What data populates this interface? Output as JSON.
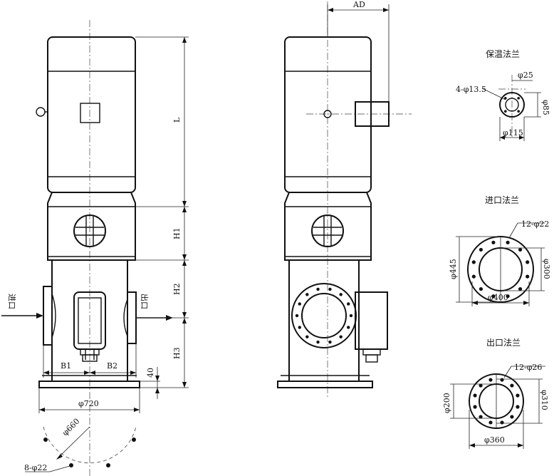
{
  "front_view": {
    "inlet_label": "进口",
    "outlet_label": "出口",
    "dim_L": "L",
    "dim_H1": "H1",
    "dim_H2": "H2",
    "dim_H3": "H3",
    "dim_B1": "B1",
    "dim_B2": "B2",
    "dim_base_height": "40",
    "dim_base_width": "φ720",
    "dim_bolt_circle": "φ660",
    "dim_bolt_holes": "8-φ22"
  },
  "side_view": {
    "dim_AD": "AD"
  },
  "insulation_flange": {
    "title": "保温法兰",
    "holes": "4-φ13.5",
    "inner": "φ25",
    "bolt_circle": "φ85",
    "outer": "φ115"
  },
  "inlet_flange": {
    "title": "进口法兰",
    "holes": "12-φ22",
    "outer": "φ445",
    "inner": "φ300",
    "bolt_circle": "φ400"
  },
  "outlet_flange": {
    "title": "出口法兰",
    "holes": "12-φ26",
    "inner": "φ200",
    "bolt_circle": "φ310",
    "outer": "φ360"
  }
}
